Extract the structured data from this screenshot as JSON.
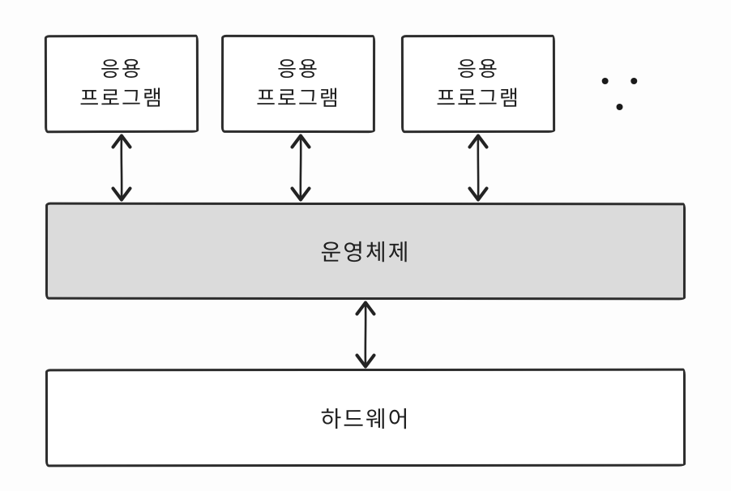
{
  "diagram": {
    "type": "layer-diagram",
    "description": "Operating system layer diagram: application programs communicate with the OS, which communicates with hardware",
    "colors": {
      "background": "#fdfdfd",
      "stroke": "#2d2d2d",
      "text": "#1f1f1f",
      "os_fill": "#dbdbdb",
      "box_fill": "#ffffff"
    },
    "app_boxes": [
      {
        "label": "응용\n프로그램"
      },
      {
        "label": "응용\n프로그램"
      },
      {
        "label": "응용\n프로그램"
      }
    ],
    "more_label": "• • •",
    "os_box": {
      "label": "운영체제"
    },
    "hw_box": {
      "label": "하드웨어"
    },
    "icons": {
      "double_arrow": "vertical double-headed arrow ↕",
      "ellipsis_dots": "• • •"
    },
    "connections": [
      {
        "from": "app-program-box-1",
        "to": "os-box",
        "style": "double-arrow"
      },
      {
        "from": "app-program-box-2",
        "to": "os-box",
        "style": "double-arrow"
      },
      {
        "from": "app-program-box-3",
        "to": "os-box",
        "style": "double-arrow"
      },
      {
        "from": "os-box",
        "to": "hardware-box",
        "style": "double-arrow"
      }
    ]
  }
}
